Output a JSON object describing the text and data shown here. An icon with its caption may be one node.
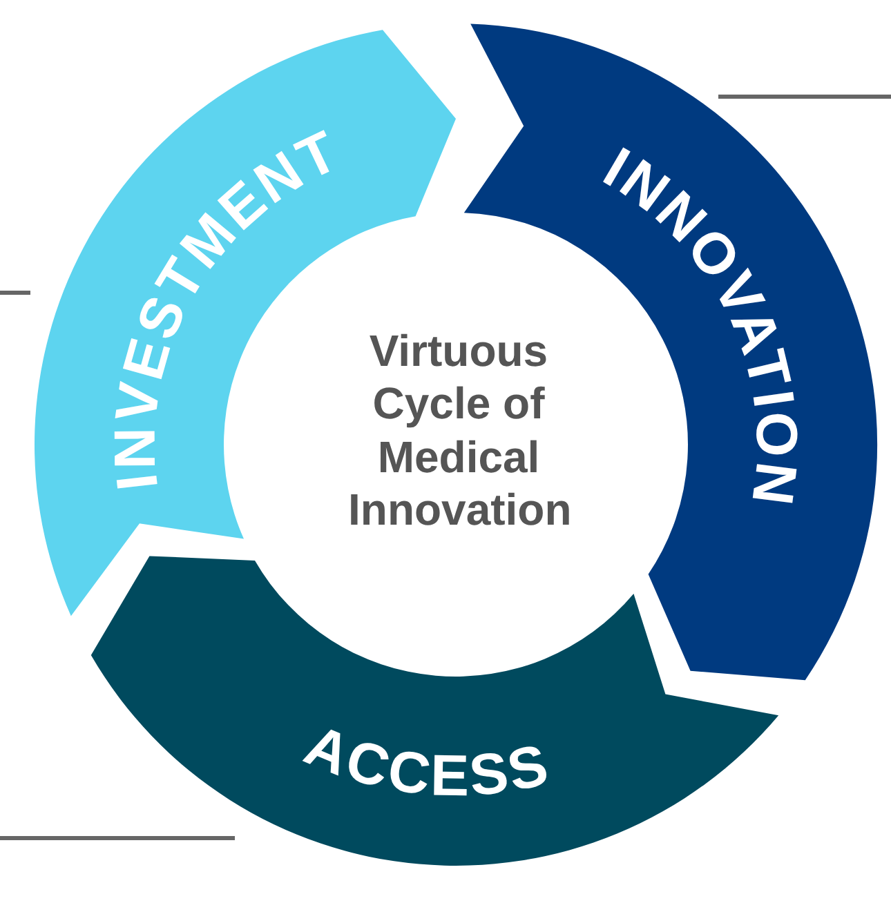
{
  "diagram": {
    "nodes": [
      {
        "text": [
          "Virtuous Cycle of Medical Innovation"
        ]
      },
      {
        "text": [
          "INVESTMENT"
        ]
      },
      {
        "text": [
          "INNOVATION"
        ]
      },
      {
        "text": [
          "ACCESS"
        ]
      }
    ]
  }
}
